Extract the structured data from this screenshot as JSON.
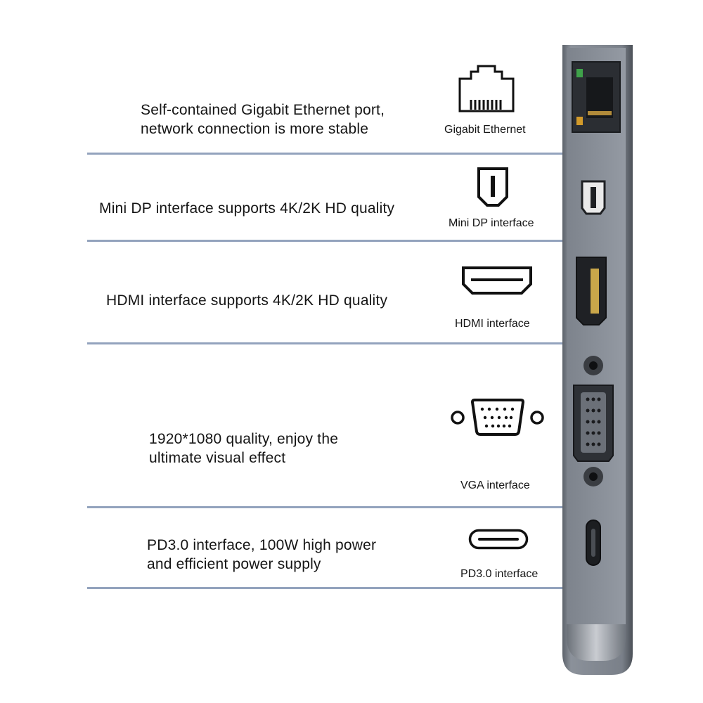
{
  "features": [
    {
      "id": "ethernet",
      "description_lines": [
        "Self-contained Gigabit Ethernet port,",
        "network connection is more stable"
      ],
      "label": "Gigabit Ethernet",
      "icon": "ethernet-port-icon"
    },
    {
      "id": "minidp",
      "description_lines": [
        "Mini DP interface supports 4K/2K HD quality"
      ],
      "label": "Mini DP interface",
      "icon": "mini-dp-port-icon"
    },
    {
      "id": "hdmi",
      "description_lines": [
        "HDMI interface supports 4K/2K HD quality"
      ],
      "label": "HDMI interface",
      "icon": "hdmi-port-icon"
    },
    {
      "id": "vga",
      "description_lines": [
        "1920*1080 quality, enjoy the",
        "ultimate visual effect"
      ],
      "label": "VGA interface",
      "icon": "vga-port-icon"
    },
    {
      "id": "pd",
      "description_lines": [
        "PD3.0 interface, 100W high power",
        "and efficient power supply"
      ],
      "label": "PD3.0 interface",
      "icon": "usb-c-port-icon"
    }
  ],
  "colors": {
    "divider": "#93a3bd",
    "device_body": "#7c838d",
    "device_dark": "#2a2d31"
  }
}
